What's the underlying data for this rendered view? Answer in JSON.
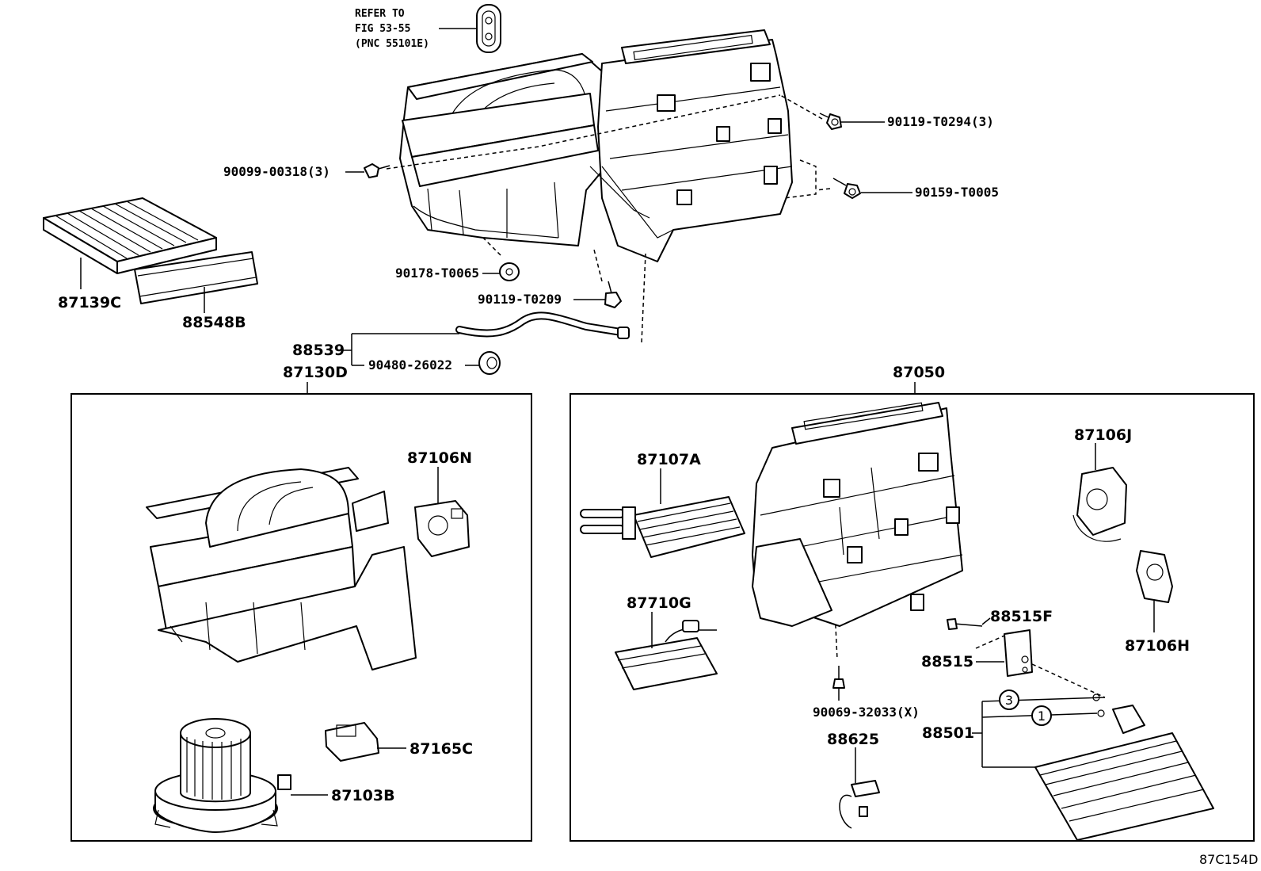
{
  "reference_note": {
    "line1": "REFER TO",
    "line2": "FIG 53-55",
    "line3": "(PNC 55101E)"
  },
  "fasteners": {
    "screw_top_right": "90119-T0294(3)",
    "screw_left": "90099-00318(3)",
    "nut_right": "90159-T0005",
    "clip_bottom": "90178-T0065",
    "screw_bottom": "90119-T0209",
    "grommet": "90480-26022",
    "screw_unit": "90069-32033(X)"
  },
  "filters": {
    "filter_element": "87139C",
    "filter_cover": "88548B"
  },
  "drain_hose": "88539",
  "blower_assembly": {
    "group_label": "87130D",
    "servo": "87106N",
    "resistor": "87165C",
    "motor": "87103B"
  },
  "radiator_assembly": {
    "group_label": "87050",
    "heater_core": "87107A",
    "heater_element": "87710G",
    "servo_top": "87106J",
    "servo_side": "87106H",
    "valve_bolt": "88515F",
    "expansion_valve": "88515",
    "thermistor": "88625",
    "evaporator": "88501",
    "callout_3": "3",
    "callout_1": "1"
  },
  "figure_code": "87C154D"
}
